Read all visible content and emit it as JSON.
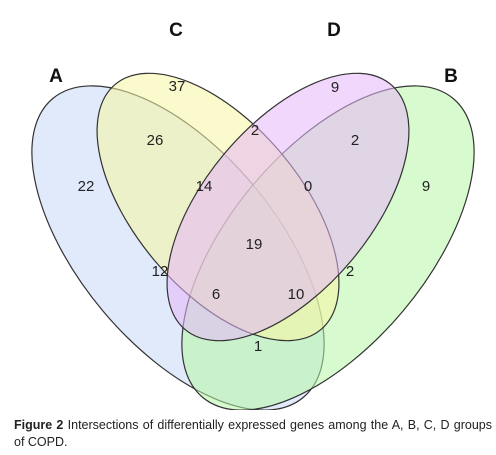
{
  "sets": [
    {
      "key": "A",
      "label": "A",
      "color": "#c9d8f7"
    },
    {
      "key": "B",
      "label": "B",
      "color": "#b6f5a6"
    },
    {
      "key": "C",
      "label": "C",
      "color": "#f8f6a2"
    },
    {
      "key": "D",
      "label": "D",
      "color": "#e6b6f7"
    }
  ],
  "regions": {
    "A_only": "22",
    "B_only": "9",
    "C_only": "37",
    "D_only": "9",
    "AC": "26",
    "CD": "2",
    "BD": "2",
    "ACD": "14",
    "BCD": "0",
    "ABCD": "19",
    "AD": "12",
    "BC": "2",
    "ABD": "6",
    "ABC": "10",
    "AB": "1"
  },
  "caption": {
    "label": "Figure 2",
    "text": "Intersections of differentially expressed genes among the A, B, C, D groups of COPD."
  }
}
